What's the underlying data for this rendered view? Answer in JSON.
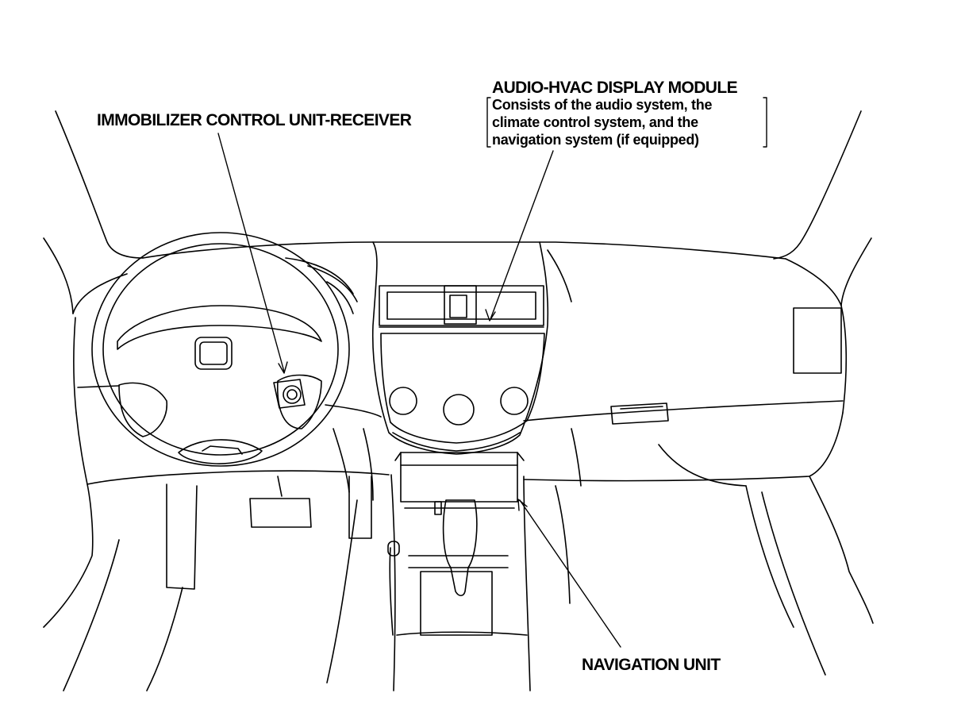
{
  "labels": {
    "immobilizer": "IMMOBILIZER CONTROL UNIT-RECEIVER",
    "module_title": "AUDIO-HVAC DISPLAY MODULE",
    "module_description": [
      "Consists of the audio system, the",
      "climate control system, and the",
      "navigation system (if equipped)"
    ],
    "navigation_unit": "NAVIGATION UNIT"
  },
  "colors": {
    "line": "#000000",
    "background": "#ffffff"
  }
}
